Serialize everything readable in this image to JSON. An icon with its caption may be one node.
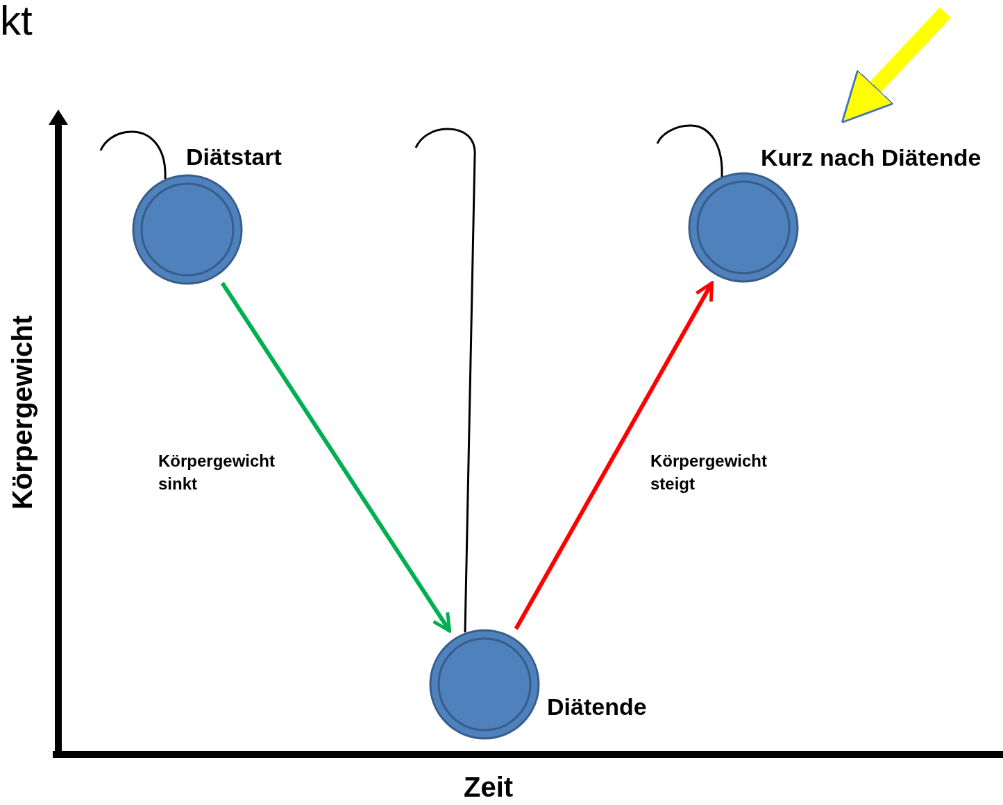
{
  "diagram": {
    "nodes": [
      {
        "text": [
          "Diätstart"
        ]
      },
      {
        "text": [
          "Diätende"
        ]
      },
      {
        "text": [
          "Kurz nach Diätende"
        ]
      }
    ],
    "edges": [
      {
        "from": 0,
        "to": 1,
        "arrow": "to",
        "label": "Körpergewicht sinkt",
        "color": "#00b050"
      },
      {
        "from": 1,
        "to": 2,
        "arrow": "to",
        "label": "Körpergewicht steigt",
        "color": "#ff0000"
      },
      {
        "from": null,
        "to": 2,
        "arrow": "to",
        "style": "thick",
        "color": "#ffff00"
      }
    ],
    "labels": [
      "kt",
      "Körpergewicht",
      "Zeit"
    ]
  }
}
